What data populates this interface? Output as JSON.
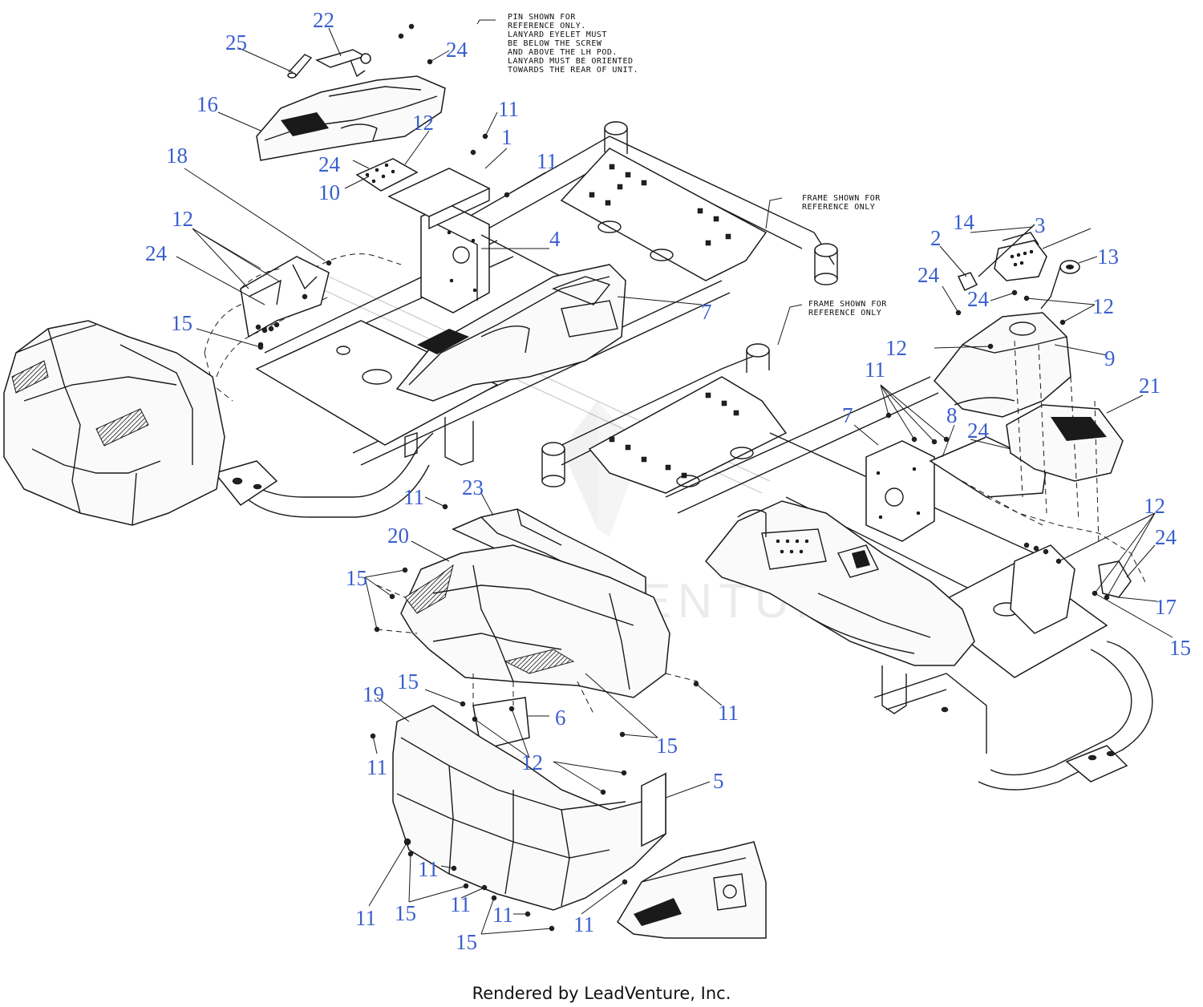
{
  "notes": {
    "pin_note": [
      "PIN SHOWN FOR",
      "REFERENCE ONLY.",
      "LANYARD EYELET MUST",
      "BE BELOW THE SCREW",
      "AND ABOVE THE LH POD.",
      "LANYARD MUST BE ORIENTED",
      "TOWARDS THE REAR OF UNIT."
    ],
    "frame_note_1": [
      "FRAME SHOWN FOR",
      "REFERENCE ONLY"
    ],
    "frame_note_2": [
      "FRAME SHOWN FOR",
      "REFERENCE ONLY"
    ]
  },
  "callouts": {
    "c22": "22",
    "c25": "25",
    "c24a": "24",
    "c16": "16",
    "c11a": "11",
    "c12a": "12",
    "c1": "1",
    "c24b": "24",
    "c10": "10",
    "c11b": "11",
    "c18": "18",
    "c12b": "12",
    "c4": "4",
    "c24c": "24",
    "c15a": "15",
    "c7a": "7",
    "c14": "14",
    "c3": "3",
    "c2": "2",
    "c13": "13",
    "c24d": "24",
    "c24e": "24",
    "c12c": "12",
    "c12d": "12",
    "c9": "9",
    "c11c": "11",
    "c21": "21",
    "c7b": "7",
    "c8": "8",
    "c24f": "24",
    "c12e": "12",
    "c24g": "24",
    "c17": "17",
    "c15b": "15",
    "c11d": "11",
    "c23": "23",
    "c20": "20",
    "c15c": "15",
    "c15d": "15",
    "c19": "19",
    "c6": "6",
    "c11e": "11",
    "c15e": "15",
    "c11f": "11",
    "c12f": "12",
    "c5": "5",
    "c11g": "11",
    "c15f": "15",
    "c11h": "11",
    "c11i": "11",
    "c11j": "11",
    "c11k": "11",
    "c15g": "15"
  },
  "watermark": "LEADVENTURE",
  "footer": "Rendered by LeadVenture, Inc."
}
